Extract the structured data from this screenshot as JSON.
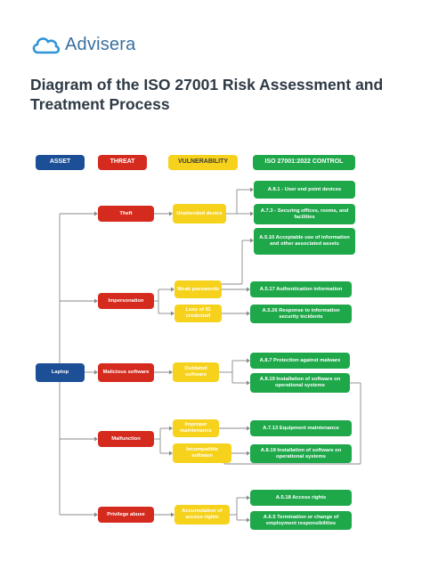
{
  "brand": {
    "name": "Advisera"
  },
  "title": "Diagram of the ISO 27001 Risk Assessment and Treatment Process",
  "legend": {
    "asset": "ASSET",
    "threat": "THREAT",
    "vulnerability": "VULNERABILITY",
    "control": "ISO 27001:2022 CONTROL"
  },
  "asset": "Laptop",
  "threats": {
    "theft": "Theft",
    "impersonation": "Impersonation",
    "malicious": "Malicious software",
    "malfunction": "Malfunction",
    "privilege": "Privilege abuse"
  },
  "vulnerabilities": {
    "unattended": "Unattended device",
    "weak_passwords": "Weak passwords",
    "loss_id": "Loss of ID credentail",
    "outdated": "Outdated software",
    "improper": "Improper maintenance",
    "incompatible": "Incompatible software",
    "accumulation": "Accumulation of access rights"
  },
  "controls": {
    "a81": "A.8.1 - User end point devices",
    "a73": "A.7.3 - Securing offices, rooms, and facilities",
    "a510": "A.5.10 Acceptable use of information and other associated assets",
    "a517": "A.5.17 Authentication information",
    "a526": "A.5.26 Response to information security incidents",
    "a87": "A.8.7 Protection against malware",
    "a819a": "A.8.19 Installation of software on operational systems",
    "a713": "A.7.13 Equipment maintenance",
    "a819b": "A.8.19 Installation of software on operational systems",
    "a518": "A.5.18 Access rights",
    "a66": "A.6.5 Termination or change of employment responsibilities"
  },
  "colors": {
    "asset": "#1c4f96",
    "threat": "#d52b1e",
    "vulnerability": "#f6d21c",
    "control": "#1ea84a",
    "title": "#2f3a45",
    "brand": "#3a6fa0"
  }
}
